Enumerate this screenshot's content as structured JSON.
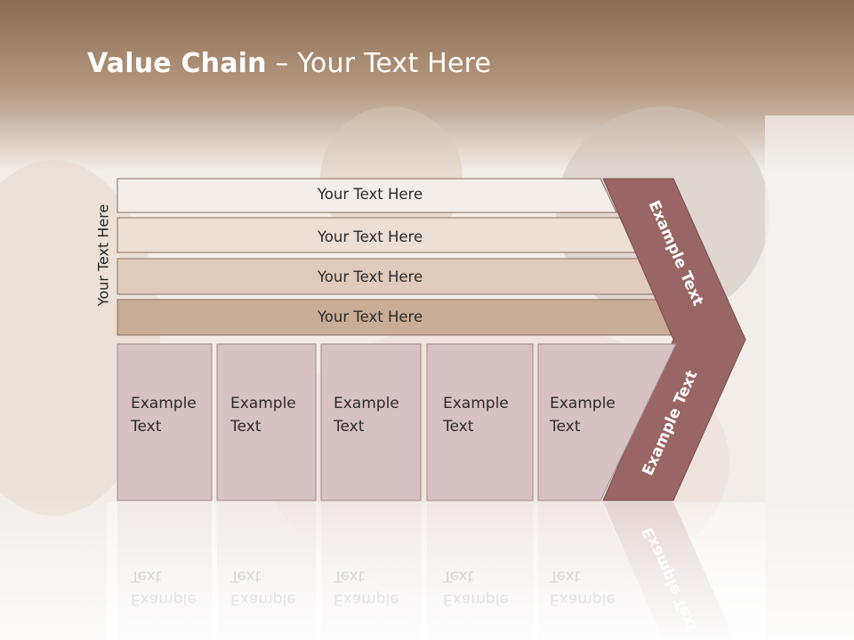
{
  "title": {
    "bold": "Value Chain",
    "rest": " – Your Text Here"
  },
  "side_label": "Your Text Here",
  "bands": [
    {
      "label": "Your Text Here",
      "color": "#f4eeea"
    },
    {
      "label": "Your Text Here",
      "color": "#ebdfd6"
    },
    {
      "label": "Your Text Here",
      "color": "#e0cbbd"
    },
    {
      "label": "Your Text Here",
      "color": "#c9ad96"
    }
  ],
  "cells": [
    {
      "line1": "Example",
      "line2": "Text"
    },
    {
      "line1": "Example",
      "line2": "Text"
    },
    {
      "line1": "Example",
      "line2": "Text"
    },
    {
      "line1": "Example",
      "line2": "Text"
    },
    {
      "line1": "Example",
      "line2": "Text"
    }
  ],
  "chevron": {
    "upper": "Example Text",
    "lower": "Example Text",
    "color": "#9a6565"
  },
  "cell_color": "#d6c1c3"
}
